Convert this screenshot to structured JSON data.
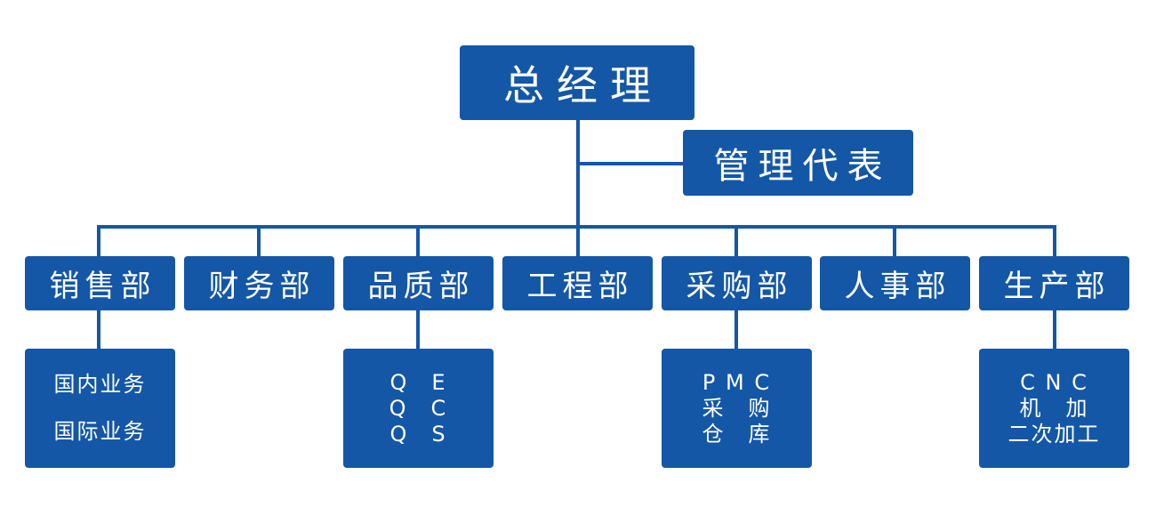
{
  "top": {
    "ceo": "总经理",
    "management_rep": "管理代表"
  },
  "departments": [
    "销售部",
    "财务部",
    "品质部",
    "工程部",
    "采购部",
    "人事部",
    "生产部"
  ],
  "sub_units": {
    "sales": [
      "国内业务",
      "国际业务"
    ],
    "quality": [
      "Q　E",
      "Q　C",
      "Q　S"
    ],
    "purchasing": [
      "P M C",
      "采　购",
      "仓　库"
    ],
    "production": [
      "C N C",
      "机　加",
      "二次加工"
    ]
  },
  "colors": {
    "box": "#1457a6",
    "text": "#ffffff",
    "line": "#1457a6"
  }
}
